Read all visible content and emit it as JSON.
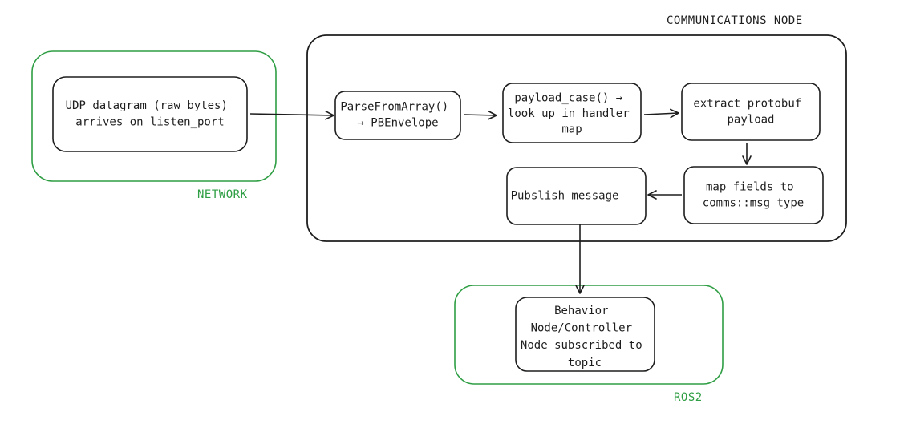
{
  "colors": {
    "stroke": "#1e1e1e",
    "network": "#2f9e44",
    "ros2": "#2f9e44",
    "background": "#ffffff"
  },
  "groups": {
    "communications": {
      "label": "COMMUNICATIONS NODE"
    },
    "network": {
      "label": "NETWORK"
    },
    "ros2": {
      "label": "ROS2"
    }
  },
  "nodes": {
    "udp": {
      "lines": [
        "UDP datagram (raw bytes)",
        "arrives on listen_port"
      ]
    },
    "parse": {
      "lines": [
        "ParseFromArray()",
        "→ PBEnvelope"
      ]
    },
    "payload_case": {
      "lines": [
        "payload_case() →",
        "look up in handler",
        "map"
      ]
    },
    "extract": {
      "lines": [
        "extract protobuf",
        "payload"
      ]
    },
    "map_fields": {
      "lines": [
        "map fields to",
        "comms::msg type"
      ]
    },
    "publish": {
      "lines": [
        "Pubslish message"
      ]
    },
    "behavior": {
      "lines": [
        "Behavior",
        "Node/Controller",
        "Node subscribed to",
        "topic"
      ]
    }
  }
}
